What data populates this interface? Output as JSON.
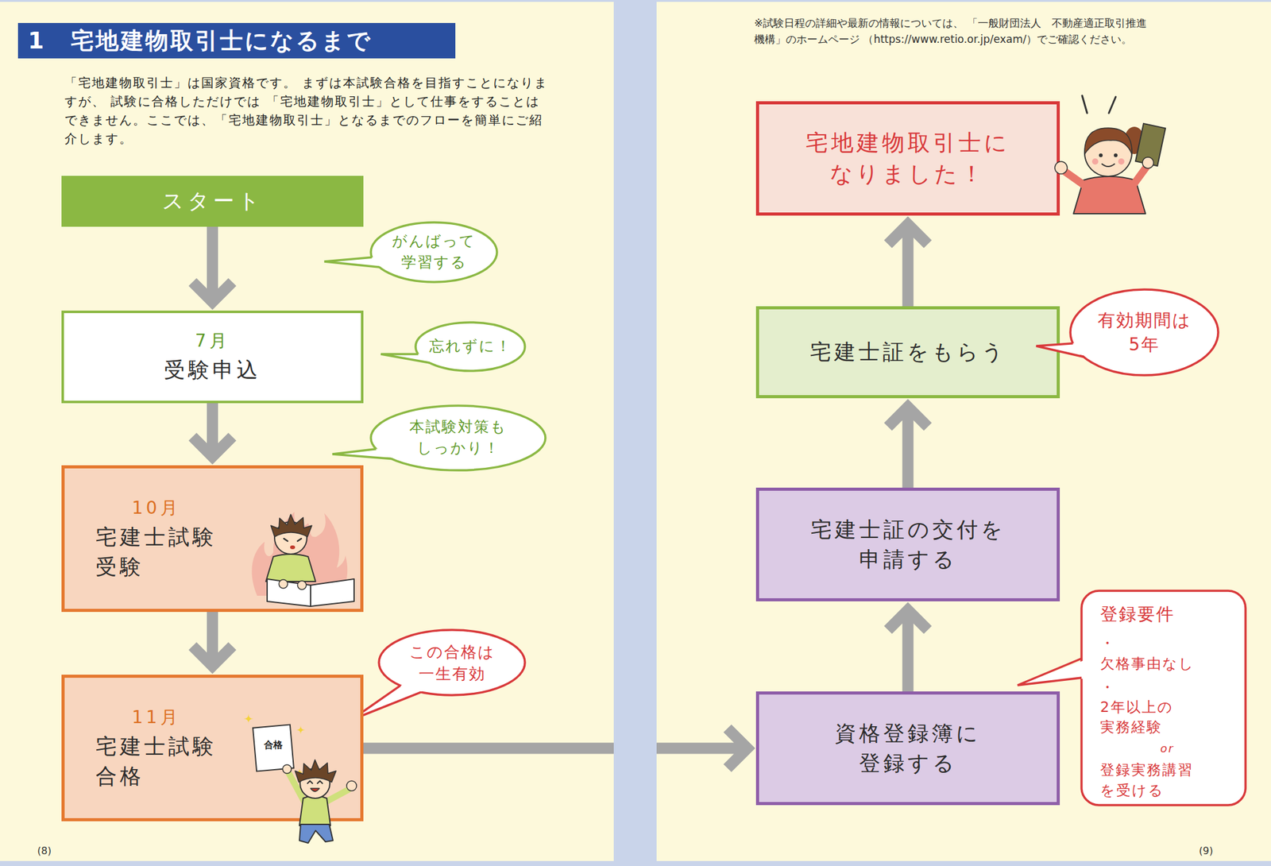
{
  "diagram": {
    "title": "1　宅地建物取引士になるまで",
    "nodes": [
      {
        "text": [
          "スタート"
        ]
      },
      {
        "text": [
          "がんばって 学習する"
        ]
      },
      {
        "text": [
          "7月",
          "受験申込"
        ]
      },
      {
        "text": [
          "忘れずに！"
        ]
      },
      {
        "text": [
          "本試験対策も しっかり！"
        ]
      },
      {
        "text": [
          "10月",
          "宅建士試験 受験"
        ]
      },
      {
        "text": [
          "この合格は 一生有効"
        ]
      },
      {
        "text": [
          "11月",
          "宅建士試験 合格"
        ]
      },
      {
        "text": [
          "資格登録簿に 登録する"
        ]
      },
      {
        "text": [
          "登録要件",
          "・欠格事由なし",
          "・2年以上の 実務経験",
          "or",
          "登録実務講習 を受ける"
        ]
      },
      {
        "text": [
          "宅建士証の交付を 申請する"
        ]
      },
      {
        "text": [
          "宅建士証をもらう"
        ]
      },
      {
        "text": [
          "有効期間は 5年"
        ]
      },
      {
        "text": [
          "宅地建物取引士に なりました！"
        ]
      }
    ],
    "edges": [
      {
        "from": 0,
        "to": 2,
        "arrow": "to"
      },
      {
        "from": 2,
        "to": 5,
        "arrow": "to"
      },
      {
        "from": 5,
        "to": 7,
        "arrow": "to"
      },
      {
        "from": 7,
        "to": 8,
        "arrow": "to"
      },
      {
        "from": 8,
        "to": 10,
        "arrow": "to"
      },
      {
        "from": 10,
        "to": 11,
        "arrow": "to"
      },
      {
        "from": 11,
        "to": 13,
        "arrow": "to"
      }
    ],
    "labels": [
      "「宅地建物取引士」は国家資格です。 まずは本試験合格を目指すことになりますが、 試験に合格しただけでは 「宅地建物取引士」として仕事をすることはできません。ここでは、「宅地建物取引士」となるまでのフローを簡単にご紹介します。",
      "※試験日程の詳細や最新の情報については、 「一般財団法人　不動産適正取引推進機構」のホームページ （https://www.retio.or.jp/exam/）でご確認ください。",
      "合格",
      "(8)",
      "(9)"
    ]
  }
}
